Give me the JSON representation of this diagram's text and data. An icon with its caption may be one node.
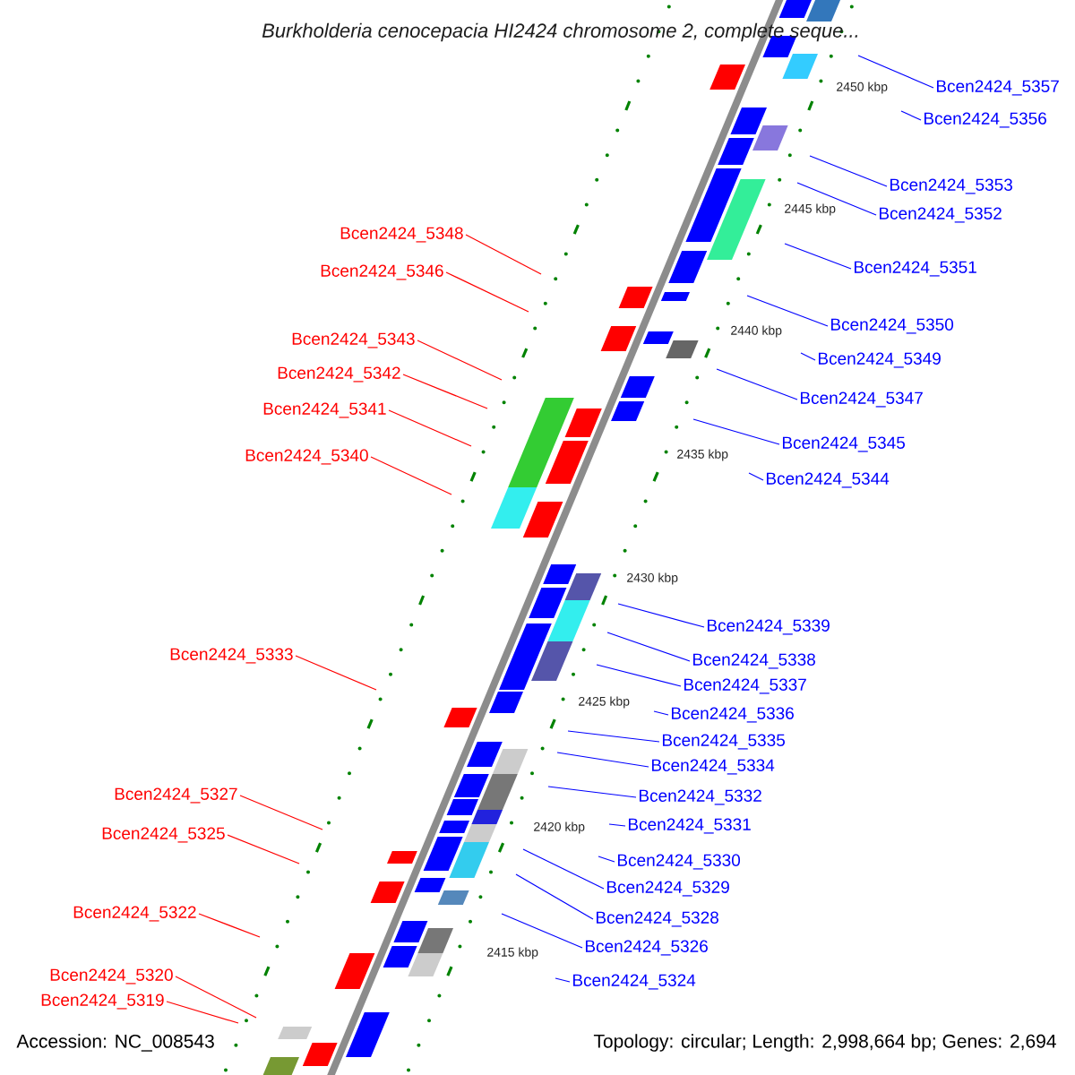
{
  "diagram": {
    "title": "Burkholderia cenocepacia HI2424 chromosome 2, complete seque...",
    "nodes": [
      {
        "text": [
          "Bcen2424_5357"
        ]
      },
      {
        "text": [
          "Bcen2424_5356"
        ]
      },
      {
        "text": [
          "Bcen2424_5353"
        ]
      },
      {
        "text": [
          "Bcen2424_5352"
        ]
      },
      {
        "text": [
          "Bcen2424_5348"
        ]
      },
      {
        "text": [
          "Bcen2424_5351"
        ]
      },
      {
        "text": [
          "Bcen2424_5346"
        ]
      },
      {
        "text": [
          "Bcen2424_5350"
        ]
      },
      {
        "text": [
          "Bcen2424_5343"
        ]
      },
      {
        "text": [
          "Bcen2424_5349"
        ]
      },
      {
        "text": [
          "Bcen2424_5342"
        ]
      },
      {
        "text": [
          "Bcen2424_5347"
        ]
      },
      {
        "text": [
          "Bcen2424_5341"
        ]
      },
      {
        "text": [
          "Bcen2424_5345"
        ]
      },
      {
        "text": [
          "Bcen2424_5340"
        ]
      },
      {
        "text": [
          "Bcen2424_5344"
        ]
      },
      {
        "text": [
          "Bcen2424_5339"
        ]
      },
      {
        "text": [
          "Bcen2424_5333"
        ]
      },
      {
        "text": [
          "Bcen2424_5338"
        ]
      },
      {
        "text": [
          "Bcen2424_5337"
        ]
      },
      {
        "text": [
          "Bcen2424_5336"
        ]
      },
      {
        "text": [
          "Bcen2424_5335"
        ]
      },
      {
        "text": [
          "Bcen2424_5334"
        ]
      },
      {
        "text": [
          "Bcen2424_5327"
        ]
      },
      {
        "text": [
          "Bcen2424_5332"
        ]
      },
      {
        "text": [
          "Bcen2424_5331"
        ]
      },
      {
        "text": [
          "Bcen2424_5325"
        ]
      },
      {
        "text": [
          "Bcen2424_5330"
        ]
      },
      {
        "text": [
          "Bcen2424_5329"
        ]
      },
      {
        "text": [
          "Bcen2424_5322"
        ]
      },
      {
        "text": [
          "Bcen2424_5328"
        ]
      },
      {
        "text": [
          "Bcen2424_5326"
        ]
      },
      {
        "text": [
          "Bcen2424_5320"
        ]
      },
      {
        "text": [
          "Bcen2424_5324"
        ]
      },
      {
        "text": [
          "Bcen2424_5319"
        ]
      }
    ],
    "edges": [
      {
        "from": 0,
        "to": null,
        "arrow": "none"
      },
      {
        "from": 1,
        "to": null,
        "arrow": "none"
      },
      {
        "from": 2,
        "to": null,
        "arrow": "none"
      },
      {
        "from": 3,
        "to": null,
        "arrow": "none"
      },
      {
        "from": 4,
        "to": null,
        "arrow": "none",
        "color": "#ff0000"
      },
      {
        "from": 5,
        "to": null,
        "arrow": "none"
      },
      {
        "from": 6,
        "to": null,
        "arrow": "none",
        "color": "#ff0000"
      },
      {
        "from": 7,
        "to": null,
        "arrow": "none"
      },
      {
        "from": 8,
        "to": null,
        "arrow": "none",
        "color": "#ff0000"
      },
      {
        "from": 9,
        "to": null,
        "arrow": "none"
      },
      {
        "from": 10,
        "to": null,
        "arrow": "none",
        "color": "#ff0000"
      },
      {
        "from": 11,
        "to": null,
        "arrow": "none"
      },
      {
        "from": 12,
        "to": null,
        "arrow": "none",
        "color": "#ff0000"
      },
      {
        "from": 13,
        "to": null,
        "arrow": "none"
      },
      {
        "from": 14,
        "to": null,
        "arrow": "none",
        "color": "#ff0000"
      },
      {
        "from": 15,
        "to": null,
        "arrow": "none"
      },
      {
        "from": 16,
        "to": null,
        "arrow": "none"
      },
      {
        "from": 17,
        "to": null,
        "arrow": "none",
        "color": "#ff0000"
      },
      {
        "from": 18,
        "to": null,
        "arrow": "none"
      },
      {
        "from": 19,
        "to": null,
        "arrow": "none"
      },
      {
        "from": 20,
        "to": null,
        "arrow": "none"
      },
      {
        "from": 21,
        "to": null,
        "arrow": "none"
      },
      {
        "from": 22,
        "to": null,
        "arrow": "none"
      },
      {
        "from": 23,
        "to": null,
        "arrow": "none",
        "color": "#ff0000"
      },
      {
        "from": 24,
        "to": null,
        "arrow": "none"
      },
      {
        "from": 25,
        "to": null,
        "arrow": "none"
      },
      {
        "from": 26,
        "to": null,
        "arrow": "none",
        "color": "#ff0000"
      },
      {
        "from": 27,
        "to": null,
        "arrow": "none"
      },
      {
        "from": 28,
        "to": null,
        "arrow": "none"
      },
      {
        "from": 29,
        "to": null,
        "arrow": "none",
        "color": "#ff0000"
      },
      {
        "from": 30,
        "to": null,
        "arrow": "none"
      },
      {
        "from": 31,
        "to": null,
        "arrow": "none"
      },
      {
        "from": 32,
        "to": null,
        "arrow": "none",
        "color": "#ff0000"
      },
      {
        "from": 33,
        "to": null,
        "arrow": "none"
      },
      {
        "from": 34,
        "to": null,
        "arrow": "none",
        "color": "#ff0000"
      }
    ],
    "labels": [
      "2450 kbp",
      "2445 kbp",
      "2440 kbp",
      "2435 kbp",
      "2430 kbp",
      "2425 kbp",
      "2420 kbp",
      "2415 kbp",
      "Accession: NC_008543",
      "Topology: circular; Length: 2,998,664 bp; Genes: 2,694"
    ]
  }
}
